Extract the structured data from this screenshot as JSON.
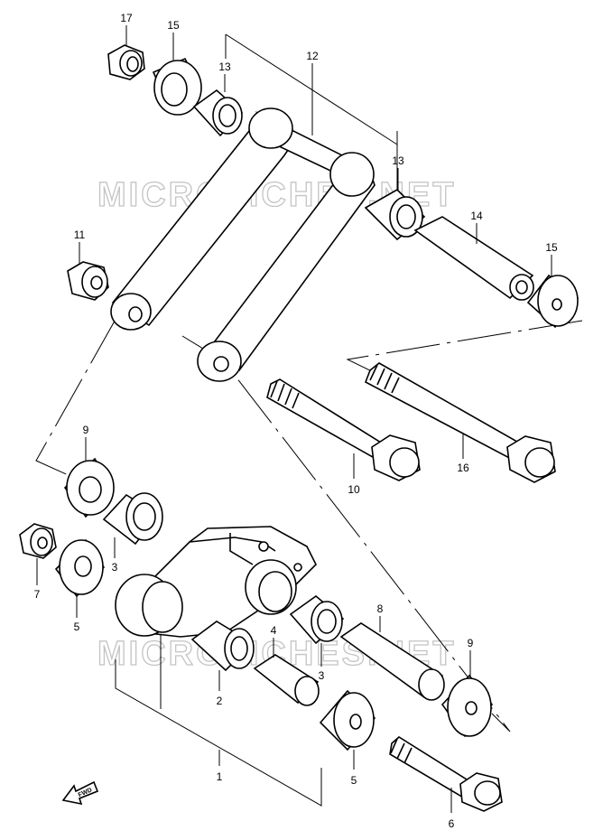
{
  "watermark": "MICROFICHES.NET",
  "fwd_label": "FWD",
  "callouts": [
    "1",
    "2",
    "3",
    "3",
    "4",
    "5",
    "5",
    "6",
    "7",
    "8",
    "9",
    "9",
    "10",
    "11",
    "12",
    "13",
    "13",
    "14",
    "15",
    "15",
    "16",
    "17"
  ]
}
